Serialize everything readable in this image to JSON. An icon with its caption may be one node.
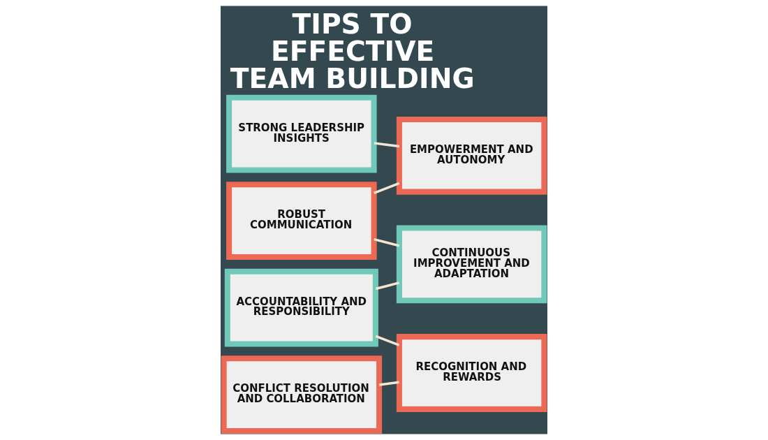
{
  "diagram": {
    "title": "TIPS TO EFFECTIVE TEAM BUILDING",
    "nodes": [
      {
        "text": [
          "STRONG LEADERSHIP INSIGHTS"
        ]
      },
      {
        "text": [
          "EMPOWERMENT AND AUTONOMY"
        ]
      },
      {
        "text": [
          "ROBUST COMMUNICATION"
        ]
      },
      {
        "text": [
          "CONTINUOUS IMPROVEMENT AND ADAPTATION"
        ]
      },
      {
        "text": [
          "ACCOUNTABILITY AND RESPONSIBILITY"
        ]
      },
      {
        "text": [
          "RECOGNITION AND REWARDS"
        ]
      },
      {
        "text": [
          "CONFLICT RESOLUTION AND COLLABORATION"
        ]
      }
    ],
    "edges": [
      {
        "from": 0,
        "to": 1,
        "arrow": "none"
      },
      {
        "from": 1,
        "to": 2,
        "arrow": "none"
      },
      {
        "from": 2,
        "to": 3,
        "arrow": "none"
      },
      {
        "from": 3,
        "to": 4,
        "arrow": "none"
      },
      {
        "from": 4,
        "to": 5,
        "arrow": "none"
      },
      {
        "from": 5,
        "to": 6,
        "arrow": "none"
      }
    ]
  }
}
